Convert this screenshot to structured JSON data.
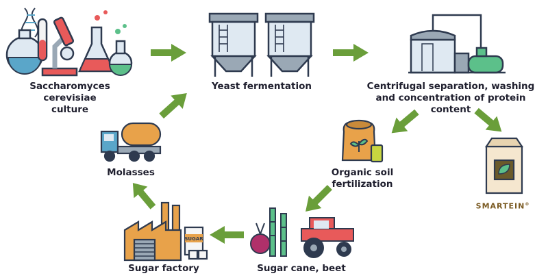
{
  "nodes": {
    "culture": "Saccharomyces cerevisiae\nculture",
    "fermentation": "Yeast fermentation",
    "separation": "Centrifugal separation, washing\nand concentration of protein content",
    "fertilization": "Organic soil\nfertilization",
    "cane": "Sugar cane, beet",
    "factory": "Sugar factory",
    "molasses": "Molasses"
  },
  "product": {
    "brand": "SMARTEIN",
    "registered_mark": "®"
  },
  "sugar_box_text": "SUGAR",
  "colors": {
    "arrow": "#6a9e3a",
    "outline": "#2e3a4f",
    "brand": "#7a5a22"
  }
}
